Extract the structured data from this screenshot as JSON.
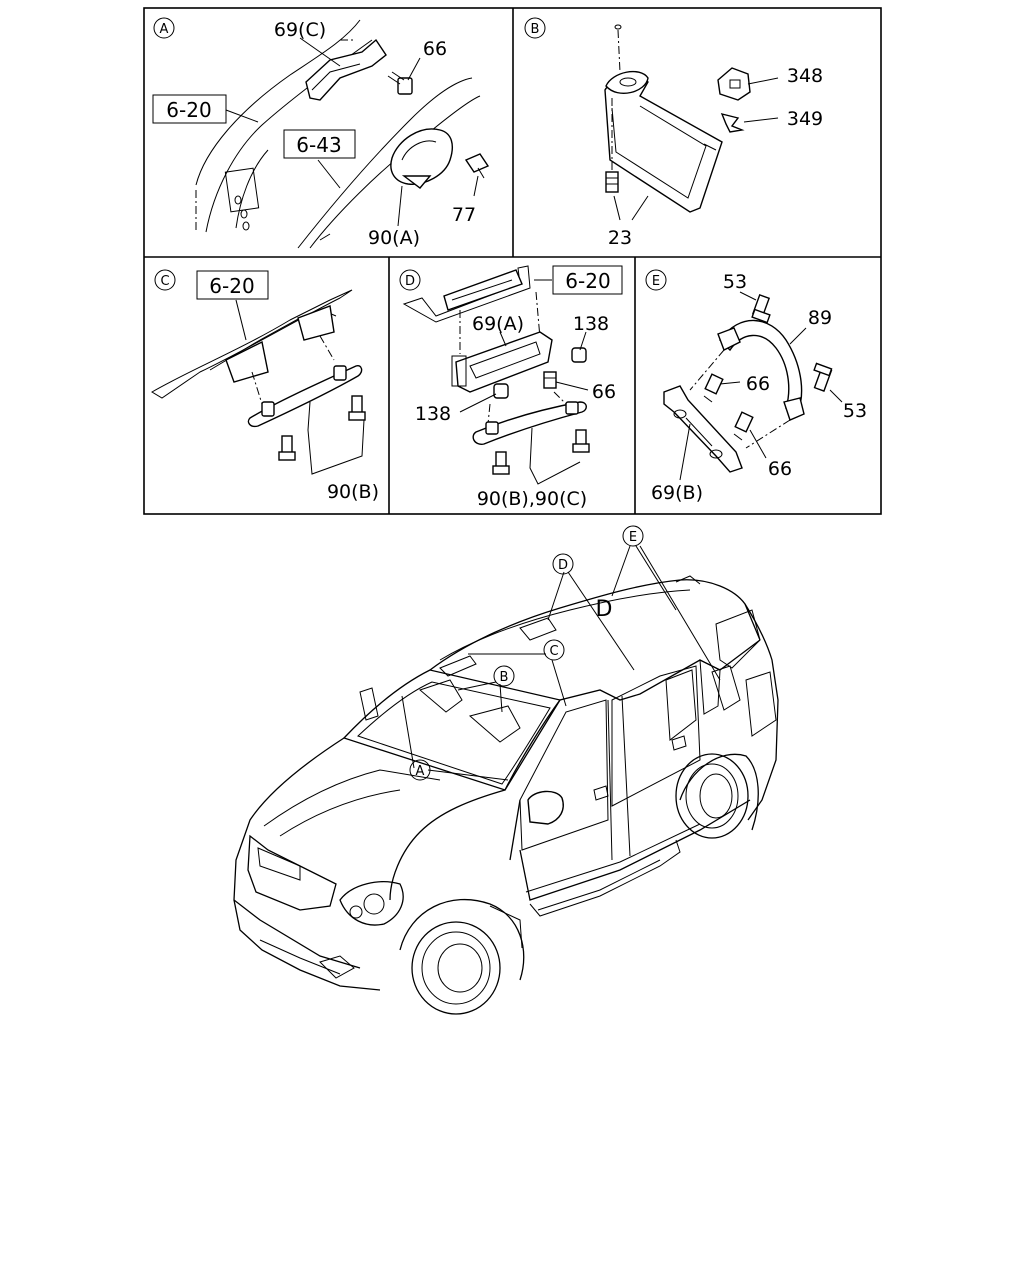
{
  "panels": {
    "a": {
      "letter": "A",
      "labels": {
        "p69c": "69(C)",
        "p66": "66",
        "ref620": "6-20",
        "ref643": "6-43",
        "p77": "77",
        "p90a": "90(A)"
      }
    },
    "b": {
      "letter": "B",
      "labels": {
        "p348": "348",
        "p349": "349",
        "p23": "23"
      }
    },
    "c": {
      "letter": "C",
      "labels": {
        "ref620": "6-20",
        "p90b": "90(B)"
      }
    },
    "d": {
      "letter": "D",
      "labels": {
        "ref620": "6-20",
        "p69a": "69(A)",
        "p138a": "138",
        "p66": "66",
        "p138b": "138",
        "p90bc": "90(B),90(C)"
      }
    },
    "e": {
      "letter": "E",
      "labels": {
        "p53a": "53",
        "p89": "89",
        "p66a": "66",
        "p53b": "53",
        "p66b": "66",
        "p69b": "69(B)"
      }
    }
  },
  "vehicle": {
    "callouts": {
      "a": "A",
      "b": "B",
      "c": "C",
      "d": "D",
      "e": "E"
    },
    "roof_letter": "D"
  }
}
